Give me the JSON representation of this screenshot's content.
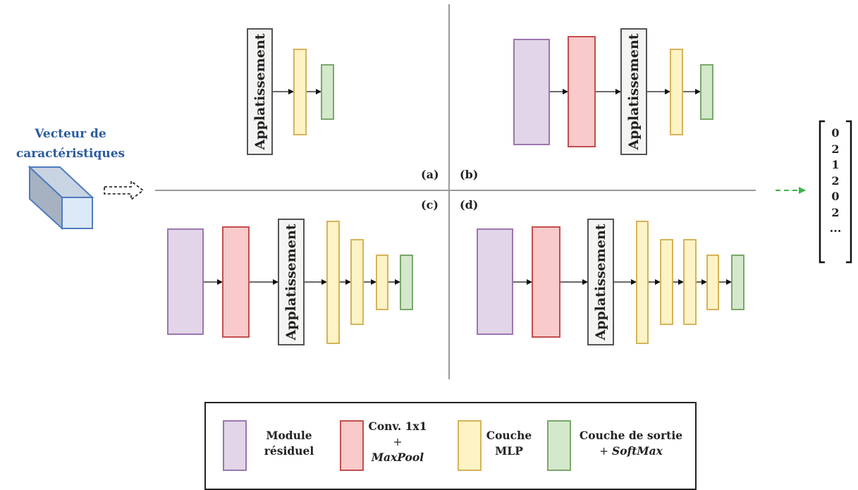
{
  "input": {
    "title_line1": "Vecteur de",
    "title_line2": "caractéristiques"
  },
  "panels": {
    "a": "(a)",
    "b": "(b)",
    "c": "(c)",
    "d": "(d)"
  },
  "flatten_label": "Applatissement",
  "output_vector": [
    "0",
    "2",
    "1",
    "2",
    "0",
    "2",
    "..."
  ],
  "legend": {
    "residual_line1": "Module",
    "residual_line2": "résiduel",
    "conv_line1": "Conv. 1x1",
    "conv_line2": "+",
    "conv_line3": "MaxPool",
    "mlp_line1": "Couche",
    "mlp_line2": "MLP",
    "output_line1": "Couche de sortie",
    "output_plus": "+ ",
    "output_softmax": "SoftMax"
  },
  "colors": {
    "residual": "#e2d5e8",
    "conv": "#f8caca",
    "mlp": "#fdf3c4",
    "output": "#d4e8cc",
    "input_title": "#2b5c9e",
    "output_arrow": "#3cb44b"
  }
}
